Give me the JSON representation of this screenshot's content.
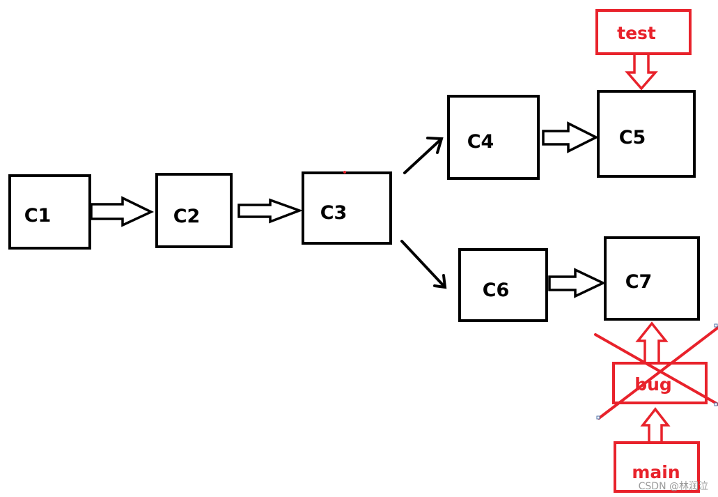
{
  "colors": {
    "commit": "#000000",
    "ref": "#e8222b",
    "background": "#ffffff"
  },
  "commits": {
    "c1": "C1",
    "c2": "C2",
    "c3": "C3",
    "c4": "C4",
    "c5": "C5",
    "c6": "C6",
    "c7": "C7"
  },
  "refs": {
    "test": "test",
    "bug": "bug",
    "main": "main"
  },
  "watermark": "CSDN @林润泣"
}
